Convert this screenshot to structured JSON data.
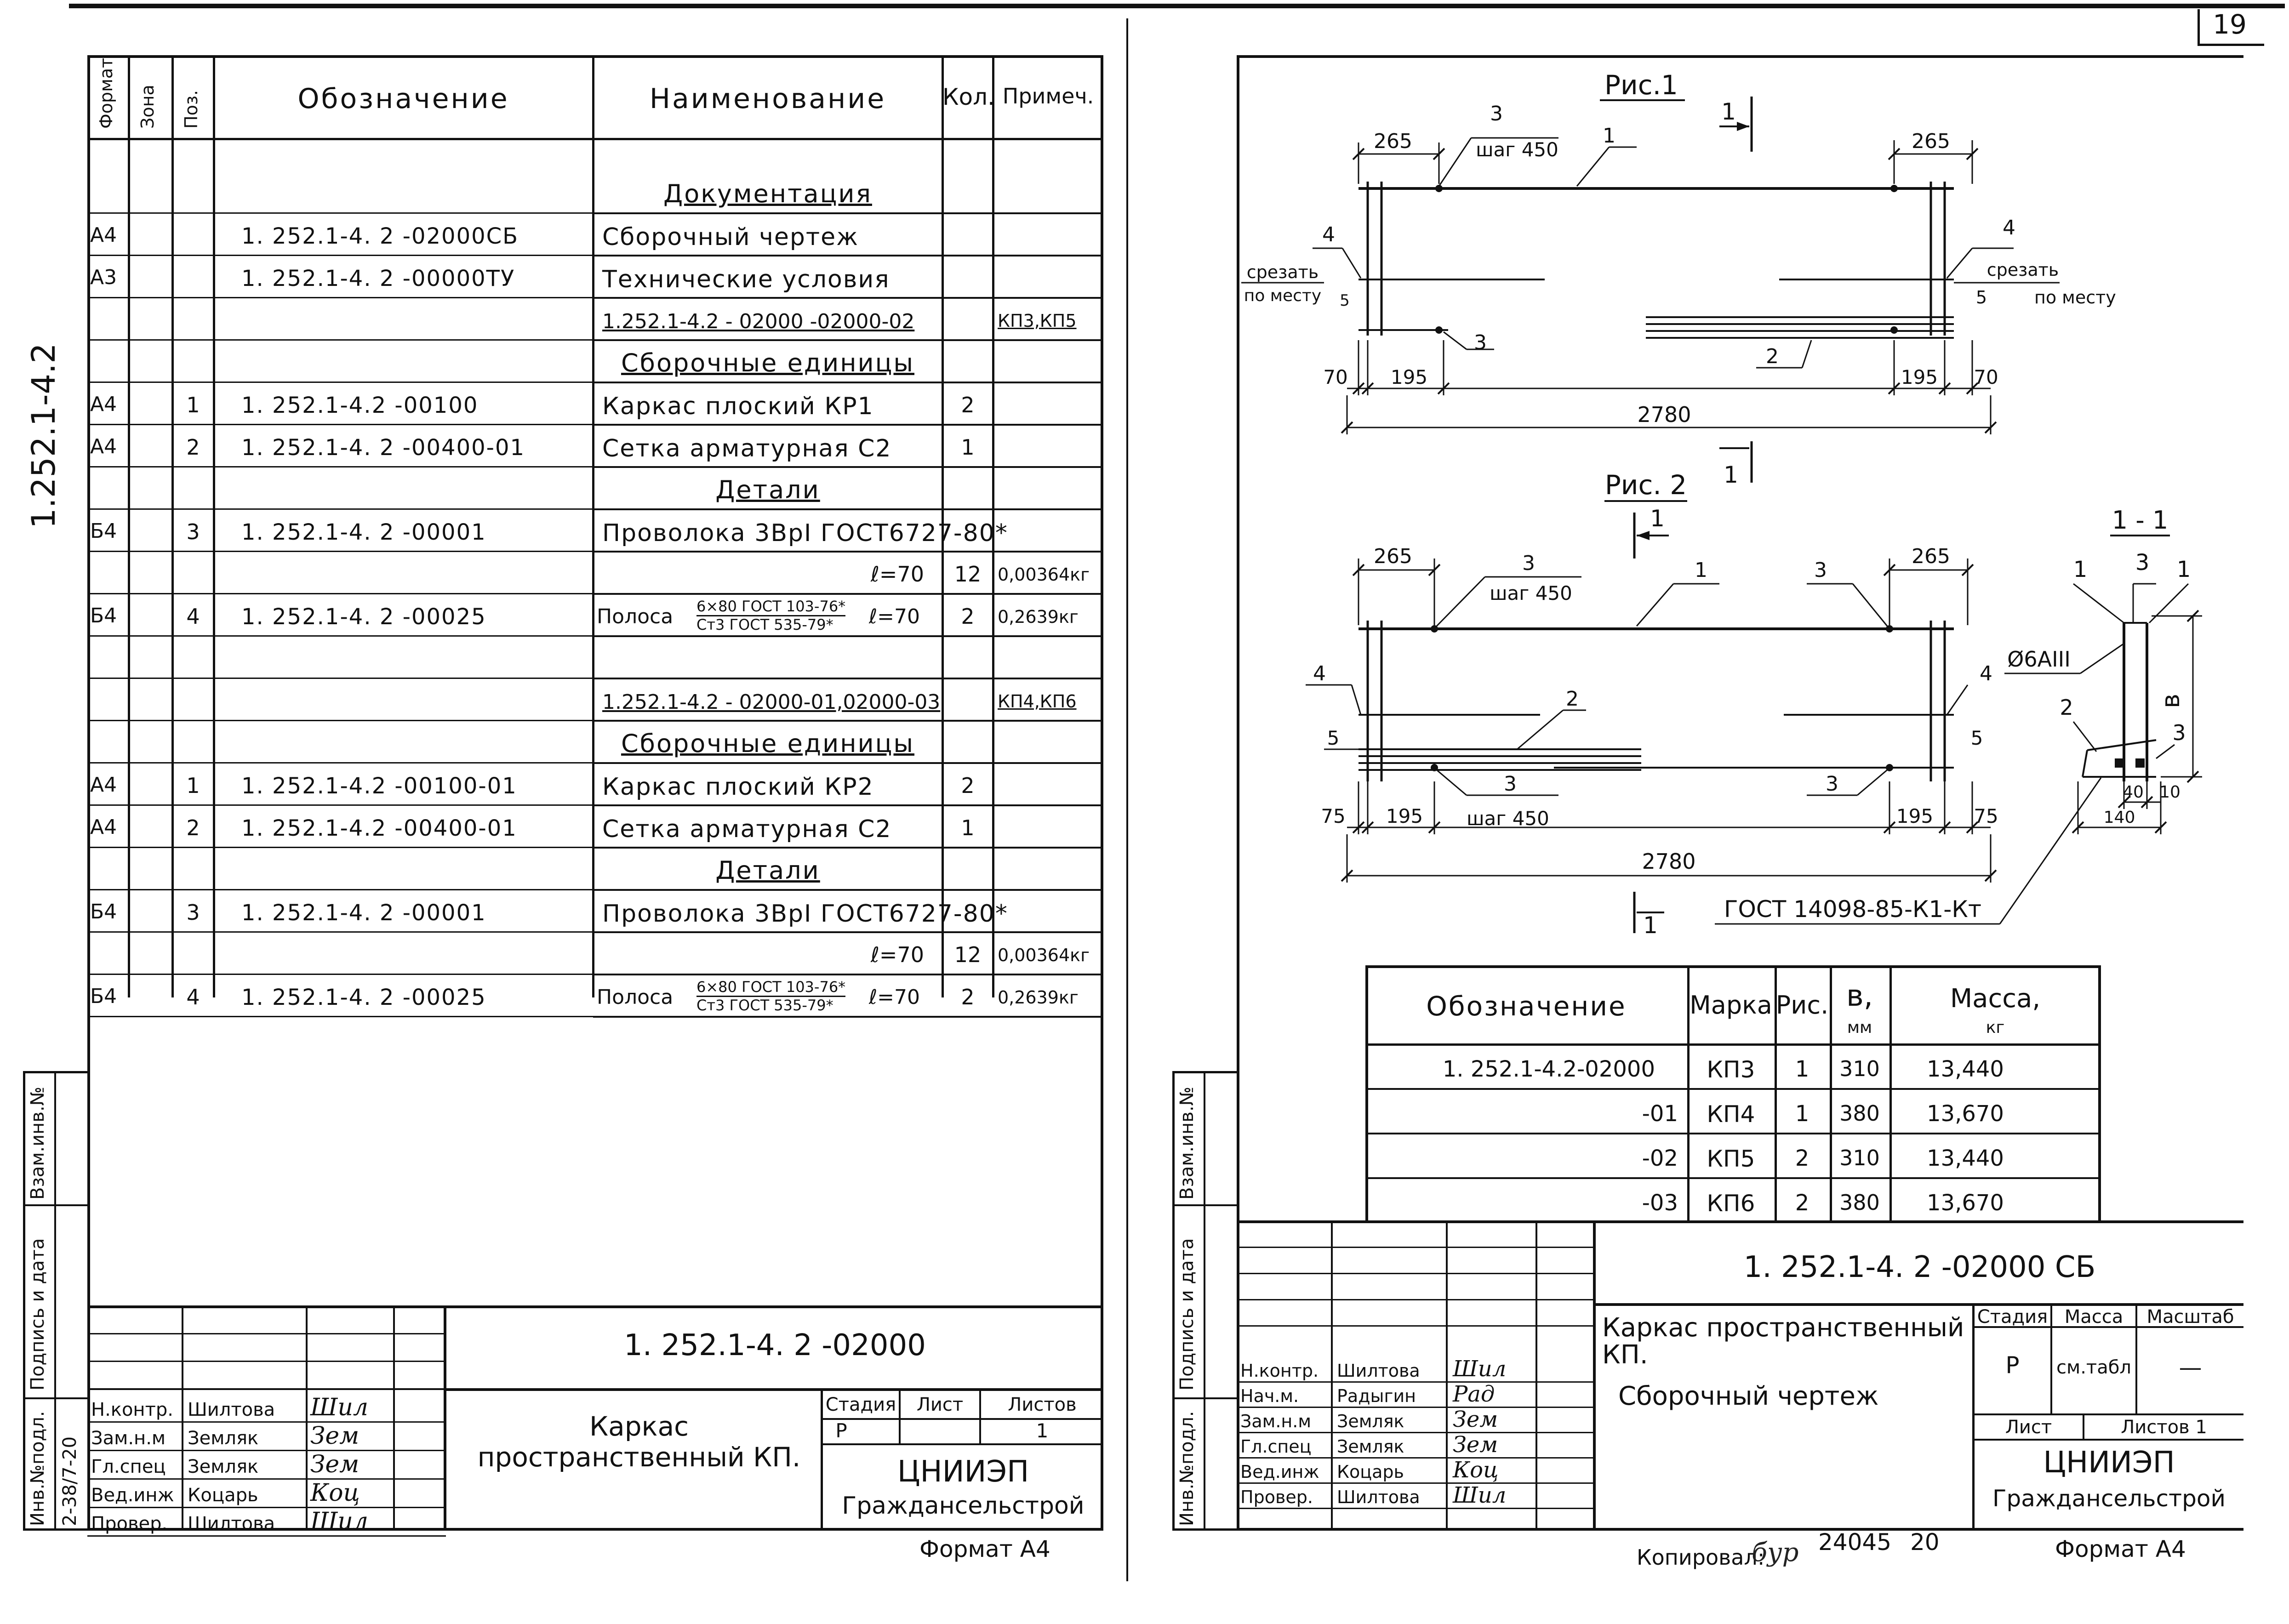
{
  "page_number": "19",
  "left_side_code": "1.252.1-4.2",
  "spec": {
    "headers": {
      "format": "Формат",
      "zone": "Зона",
      "pos": "Поз.",
      "designation": "Обозначение",
      "name": "Наименование",
      "qty": "Кол.",
      "note": "Примеч."
    },
    "rows": [
      {
        "fmt": "",
        "pos": "",
        "des": "",
        "name": "Документация",
        "qty": "",
        "note": "",
        "type": "section"
      },
      {
        "fmt": "А4",
        "pos": "",
        "des": "1. 252.1-4. 2 -02000СБ",
        "name": "Сборочный чертеж",
        "qty": "",
        "note": ""
      },
      {
        "fmt": "А3",
        "pos": "",
        "des": "1. 252.1-4. 2 -00000ТУ",
        "name": "Технические условия",
        "qty": "",
        "note": ""
      },
      {
        "fmt": "",
        "pos": "",
        "des": "",
        "name": "1.252.1-4.2 - 02000 -02000-02",
        "qty": "",
        "note": "КП3,КП5",
        "type": "variant"
      },
      {
        "fmt": "",
        "pos": "",
        "des": "",
        "name": "Сборочные единицы",
        "qty": "",
        "note": "",
        "type": "section"
      },
      {
        "fmt": "А4",
        "pos": "1",
        "des": "1. 252.1-4.2 -00100",
        "name": "Каркас плоский КР1",
        "qty": "2",
        "note": ""
      },
      {
        "fmt": "А4",
        "pos": "2",
        "des": "1. 252.1-4. 2 -00400-01",
        "name": "Сетка арматурная С2",
        "qty": "1",
        "note": ""
      },
      {
        "fmt": "",
        "pos": "",
        "des": "",
        "name": "Детали",
        "qty": "",
        "note": "",
        "type": "section"
      },
      {
        "fmt": "Б4",
        "pos": "3",
        "des": "1. 252.1-4. 2 -00001",
        "name": "Проволока 3ВрI ГОСТ6727-80*",
        "qty": "",
        "note": ""
      },
      {
        "fmt": "",
        "pos": "",
        "des": "",
        "name": "ℓ=70",
        "qty": "12",
        "note": "0,00364кг",
        "type": "right"
      },
      {
        "fmt": "Б4",
        "pos": "4",
        "des": "1. 252.1-4. 2 -00025",
        "name": "Полоса",
        "frac_top": "6×80 ГОСТ 103-76*",
        "frac_bot": "Ст3 ГОСТ 535-79*",
        "name_tail": "ℓ=70",
        "qty": "2",
        "note": "0,2639кг",
        "type": "fraction"
      },
      {
        "fmt": "",
        "pos": "",
        "des": "",
        "name": "",
        "qty": "",
        "note": "",
        "type": "blank"
      },
      {
        "fmt": "",
        "pos": "",
        "des": "",
        "name": "1.252.1-4.2 - 02000-01,02000-03",
        "qty": "",
        "note": "КП4,КП6",
        "type": "variant"
      },
      {
        "fmt": "",
        "pos": "",
        "des": "",
        "name": "Сборочные единицы",
        "qty": "",
        "note": "",
        "type": "section"
      },
      {
        "fmt": "А4",
        "pos": "1",
        "des": "1. 252.1-4.2 -00100-01",
        "name": "Каркас плоский КР2",
        "qty": "2",
        "note": ""
      },
      {
        "fmt": "А4",
        "pos": "2",
        "des": "1. 252.1-4.2 -00400-01",
        "name": "Сетка арматурная С2",
        "qty": "1",
        "note": ""
      },
      {
        "fmt": "",
        "pos": "",
        "des": "",
        "name": "Детали",
        "qty": "",
        "note": "",
        "type": "section"
      },
      {
        "fmt": "Б4",
        "pos": "3",
        "des": "1. 252.1-4. 2 -00001",
        "name": "Проволока 3ВрI ГОСТ6727-80*",
        "qty": "",
        "note": ""
      },
      {
        "fmt": "",
        "pos": "",
        "des": "",
        "name": "ℓ=70",
        "qty": "12",
        "note": "0,00364кг",
        "type": "right"
      },
      {
        "fmt": "Б4",
        "pos": "4",
        "des": "1. 252.1-4. 2 -00025",
        "name": "Полоса",
        "frac_top": "6×80 ГОСТ 103-76*",
        "frac_bot": "Ст3 ГОСТ 535-79*",
        "name_tail": "ℓ=70",
        "qty": "2",
        "note": "0,2639кг",
        "type": "fraction"
      }
    ]
  },
  "side_stamp": {
    "inv_podl": "Инв.№подл.",
    "podpis_data": "Подпись и дата",
    "vzam_inv": "Взам.инв.№",
    "inv_number_left": "2-38/7-20"
  },
  "left_title": {
    "code": "1. 252.1-4. 2 -02000",
    "roles": [
      "Н.контр.",
      "Зам.н.м",
      "Гл.спец",
      "Вед.инж",
      "Провер."
    ],
    "names": [
      "Шилтова",
      "Земляк",
      "Земляк",
      "Коцарь",
      "Шилтова"
    ],
    "signatures": [
      "Шил",
      "Зем",
      "Зем",
      "Коц",
      "Шил"
    ],
    "product": "Каркас пространственный КП.",
    "stage_label": "Стадия",
    "sheet_label": "Лист",
    "sheets_label": "Листов",
    "stage_value": "Р",
    "sheets_value": "1",
    "org_line1": "ЦНИИЭП",
    "org_line2": "Граждансельстрой",
    "format": "Формат А4"
  },
  "right_title": {
    "code": "1. 252.1-4. 2 -02000 СБ",
    "roles": [
      "Н.контр.",
      "Нач.м.",
      "Зам.н.м",
      "Гл.спец",
      "Вед.инж",
      "Провер."
    ],
    "names": [
      "Шилтова",
      "Радыгин",
      "Земляк",
      "Земляк",
      "Коцарь",
      "Шилтова"
    ],
    "signatures": [
      "Шил",
      "Рад",
      "Зем",
      "Зем",
      "Коц",
      "Шил"
    ],
    "product_line1": "Каркас пространственный КП.",
    "product_line2": "Сборочный чертеж",
    "stage_label": "Стадия",
    "mass_label": "Масса",
    "scale_label": "Масштаб",
    "stage_value": "Р",
    "mass_value": "см.табл",
    "scale_value": "—",
    "sheet_label": "Лист",
    "sheets_label": "Листов 1",
    "org_line1": "ЦНИИЭП",
    "org_line2": "Граждансельстрой",
    "copied": "Копировал:",
    "copied_sig": "бур",
    "copy_num": "24045",
    "copy_sheet": "20",
    "format": "Формат А4"
  },
  "mass_table": {
    "headers": {
      "designation": "Обозначение",
      "mark": "Марка",
      "fig": "Рис.",
      "b": "в,",
      "b_unit": "мм",
      "mass": "Масса,",
      "mass_unit": "кг"
    },
    "rows": [
      {
        "des": "1. 252.1-4.2-02000",
        "mark": "КП3",
        "fig": "1",
        "b": "310",
        "mass": "13,440"
      },
      {
        "des": "-01",
        "mark": "КП4",
        "fig": "1",
        "b": "380",
        "mass": "13,670"
      },
      {
        "des": "-02",
        "mark": "КП5",
        "fig": "2",
        "b": "310",
        "mass": "13,440"
      },
      {
        "des": "-03",
        "mark": "КП6",
        "fig": "2",
        "b": "380",
        "mass": "13,670"
      }
    ]
  },
  "fig1": {
    "title": "Рис.1",
    "section_mark": "1",
    "dim_265a": "265",
    "dim_265b": "265",
    "step": "шаг 450",
    "pos3": "3",
    "pos1": "1",
    "pos4a": "4",
    "pos4b": "4",
    "pos2": "2",
    "pos3b": "3",
    "cut_left1": "срезать",
    "cut_left2": "по месту",
    "cut_right1": "срезать",
    "cut_right2": "по месту",
    "dim_5a": "5",
    "dim_5b": "5",
    "dim_70a": "70",
    "dim_195a": "195",
    "dim_195b": "195",
    "dim_70b": "70",
    "total": "2780"
  },
  "fig2": {
    "title": "Рис. 2",
    "section_mark": "1",
    "dim_265a": "265",
    "dim_265b": "265",
    "pos3a": "3",
    "step_a": "шаг 450",
    "pos1": "1",
    "pos3b": "3",
    "pos4a": "4",
    "pos4b": "4",
    "pos2": "2",
    "pos5a": "5",
    "pos5b": "5",
    "dim_75a": "75",
    "dim_195a": "195",
    "pos3c": "3",
    "step_b": "шаг 450",
    "pos3d": "3",
    "dim_195b": "195",
    "dim_75b": "75",
    "total": "2780"
  },
  "section": {
    "title": "1 - 1",
    "p1a": "1",
    "p3": "3",
    "p1b": "1",
    "bar": "Ø6АIII",
    "b": "в",
    "p2": "2",
    "p3b": "3",
    "d40": "40",
    "d10": "10",
    "d140": "140",
    "gost": "ГОСТ 14098-85-К1-Кт"
  }
}
